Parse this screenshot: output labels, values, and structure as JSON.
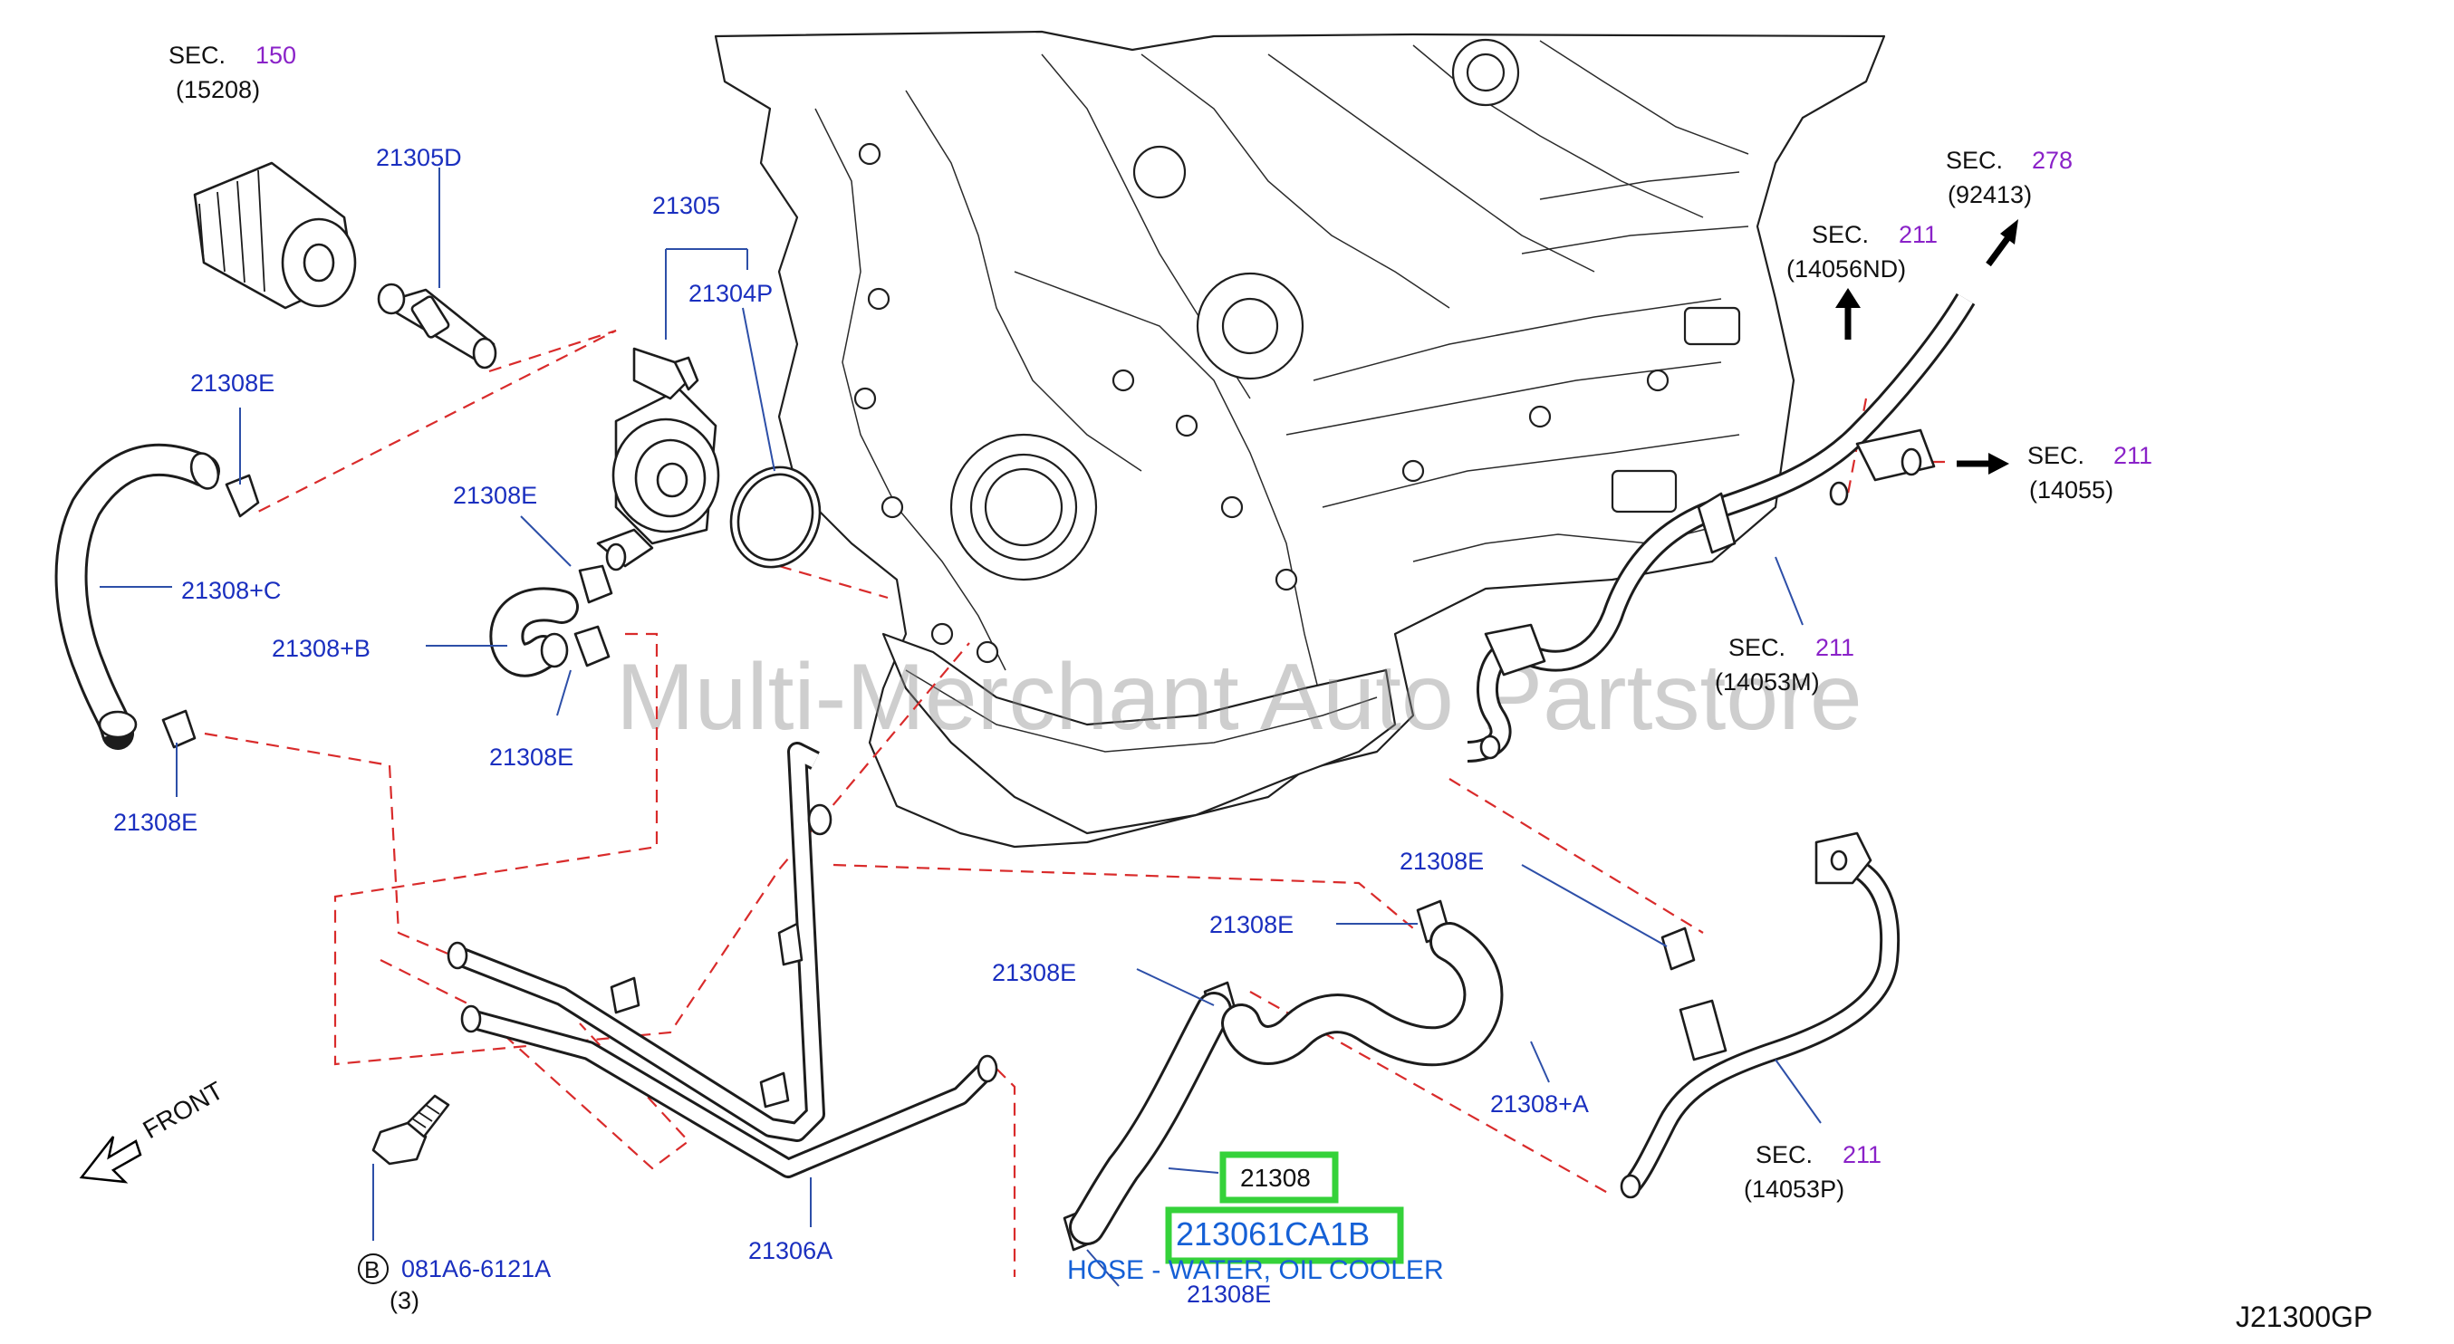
{
  "diagram_id": "J21300GP",
  "watermark": "Multi-Merchant Auto Partstore",
  "front_label": "FRONT",
  "highlight": {
    "part_number": "21308",
    "oem_number": "213061CA1B",
    "description": "HOSE - WATER, OIL COOLER"
  },
  "sections": [
    {
      "word": "SEC.",
      "num": "150",
      "code": "(15208)"
    },
    {
      "word": "SEC.",
      "num": "211",
      "code": "(14056ND)"
    },
    {
      "word": "SEC.",
      "num": "278",
      "code": "(92413)"
    },
    {
      "word": "SEC.",
      "num": "211",
      "code": "(14055)"
    },
    {
      "word": "SEC.",
      "num": "211",
      "code": "(14053M)"
    },
    {
      "word": "SEC.",
      "num": "211",
      "code": "(14053P)"
    }
  ],
  "callouts": {
    "c21305D": "21305D",
    "c21305": "21305",
    "c21304P": "21304P",
    "c21308E_a": "21308E",
    "c21308E_b": "21308E",
    "c21308C": "21308+C",
    "c21308B": "21308+B",
    "c21308E_c": "21308E",
    "c21308E_d": "21308E",
    "c21308E_e": "21308E",
    "c21308E_f": "21308E",
    "c21308E_g": "21308E",
    "c21308E_h": "21308E",
    "c21308A": "21308+A",
    "c21306A": "21306A",
    "bolt_ref": "081A6-6121A",
    "bolt_letter": "B",
    "bolt_qty": "(3)"
  },
  "colors": {
    "callout": "#1a2fbf",
    "section_number": "#8a22c8",
    "dashed_guides": "#d92b2b",
    "highlight_box": "#35d23a",
    "highlight_text": "#1560d6"
  }
}
